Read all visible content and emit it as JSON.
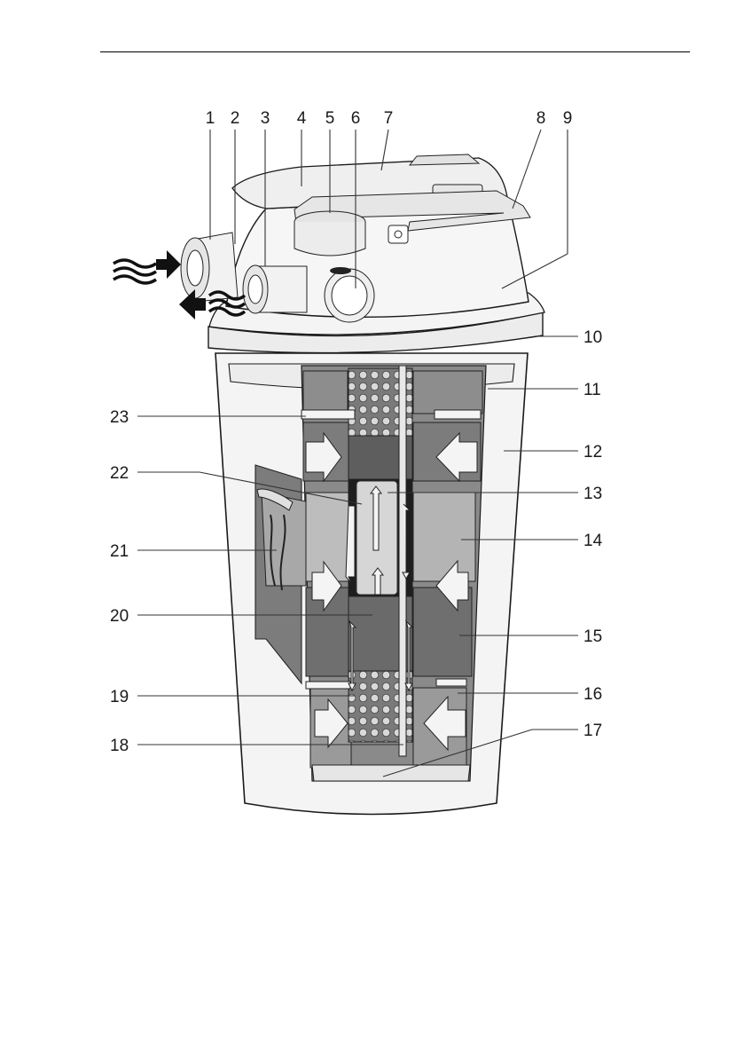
{
  "diagram": {
    "callouts": [
      {
        "id": "1",
        "label": "1"
      },
      {
        "id": "2",
        "label": "2"
      },
      {
        "id": "3",
        "label": "3"
      },
      {
        "id": "4",
        "label": "4"
      },
      {
        "id": "5",
        "label": "5"
      },
      {
        "id": "6",
        "label": "6"
      },
      {
        "id": "7",
        "label": "7"
      },
      {
        "id": "8",
        "label": "8"
      },
      {
        "id": "9",
        "label": "9"
      },
      {
        "id": "10",
        "label": "10"
      },
      {
        "id": "11",
        "label": "11"
      },
      {
        "id": "12",
        "label": "12"
      },
      {
        "id": "13",
        "label": "13"
      },
      {
        "id": "14",
        "label": "14"
      },
      {
        "id": "15",
        "label": "15"
      },
      {
        "id": "16",
        "label": "16"
      },
      {
        "id": "17",
        "label": "17"
      },
      {
        "id": "18",
        "label": "18"
      },
      {
        "id": "19",
        "label": "19"
      },
      {
        "id": "20",
        "label": "20"
      },
      {
        "id": "21",
        "label": "21"
      },
      {
        "id": "22",
        "label": "22"
      },
      {
        "id": "23",
        "label": "23"
      }
    ],
    "colors": {
      "line": "#1a1a1a",
      "body": "#f4f4f4",
      "dark_foam": "#6e6e6e",
      "mid_foam": "#9a9a9a",
      "light_foam": "#bdbdbd",
      "uvc_tube": "#d6d6d6"
    }
  }
}
